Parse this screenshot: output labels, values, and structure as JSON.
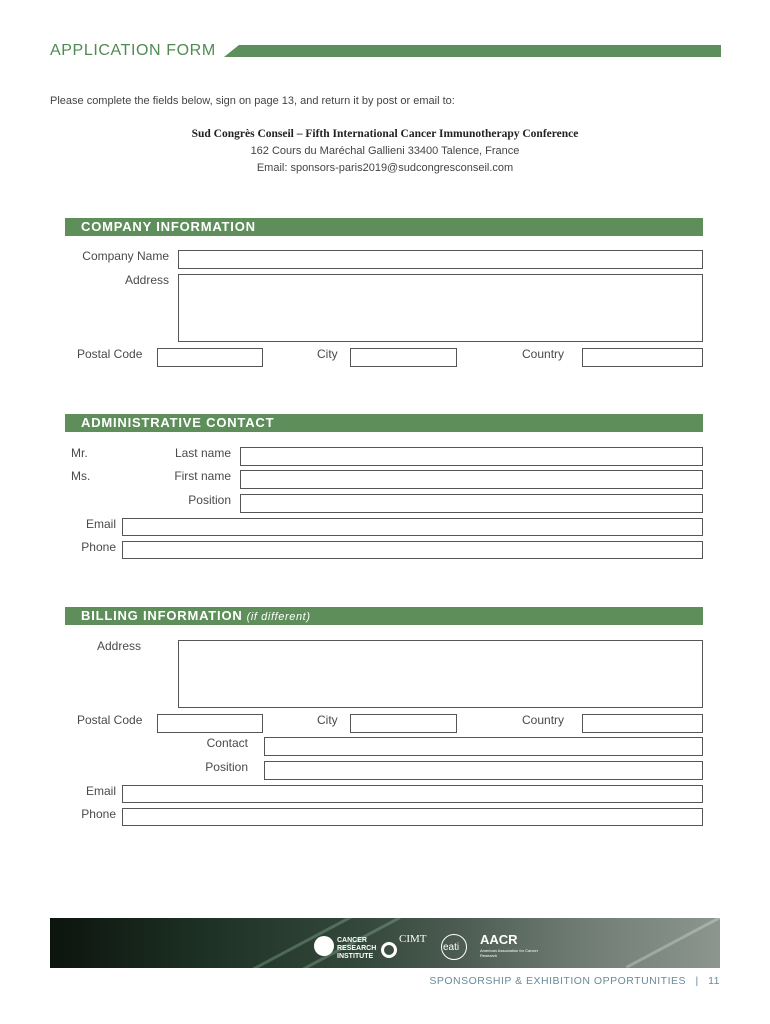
{
  "header": {
    "title": "APPLICATION FORM"
  },
  "intro": {
    "text": "Please complete the fields below, sign on page 13, and return it by post or email to:",
    "org": "Sud Congrès Conseil – Fifth International Cancer Immunotherapy Conference",
    "street": "162 Cours du Maréchal Gallieni 33400 Talence, France",
    "email": "Email: sponsors-paris2019@sudcongresconseil.com"
  },
  "company": {
    "title": "COMPANY INFORMATION",
    "company_name": "Company Name",
    "address": "Address",
    "postal_code": "Postal Code",
    "city": "City",
    "country": "Country"
  },
  "admin": {
    "title": "ADMINISTRATIVE CONTACT",
    "mr": "Mr.",
    "ms": "Ms.",
    "last_name": "Last name",
    "first_name": "First name",
    "position": "Position",
    "email": "Email",
    "phone": "Phone"
  },
  "billing": {
    "title": "BILLING INFORMATION",
    "subtitle": "(if different)",
    "address": "Address",
    "postal_code": "Postal Code",
    "city": "City",
    "country": "Country",
    "contact": "Contact",
    "position": "Position",
    "email": "Email",
    "phone": "Phone"
  },
  "footer": {
    "logo_cri": "CANCER RESEARCH INSTITUTE",
    "logo_cimt": "CIMT",
    "logo_eati": "eati",
    "logo_aacr": "AACR",
    "logo_aacr_sub": "American Association for Cancer Research",
    "text": "SPONSORSHIP & EXHIBITION OPPORTUNITIES",
    "separator": "|",
    "page": "11"
  }
}
